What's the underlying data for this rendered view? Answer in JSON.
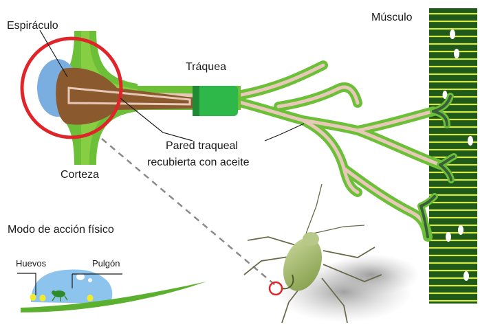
{
  "labels": {
    "espiraculo": "Espiráculo",
    "musculo": "Músculo",
    "traquea": "Tráquea",
    "pared_line1": "Pared traqueal",
    "pared_line2": "recubierta con aceite",
    "corteza": "Corteza",
    "modo": "Modo de acción físico",
    "huevos": "Huevos",
    "pulgon": "Pulgón"
  },
  "colors": {
    "cuticle_green": "#5cb02f",
    "cuticle_light": "#9ed84a",
    "trachea_pink": "#e8c8b8",
    "muscle_dark": "#1f5a1a",
    "muscle_stripe": "#d8e84a",
    "spiracle_blue": "#7aaee0",
    "spiracle_brown": "#8a5a2e",
    "highlight_red": "#e0252a",
    "drop_blue": "#8cc4ee",
    "egg_yellow": "#f2ea2a"
  }
}
